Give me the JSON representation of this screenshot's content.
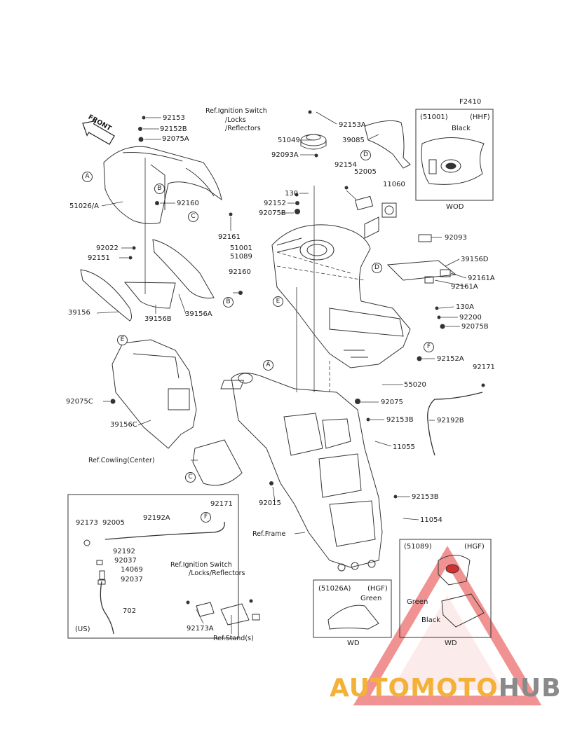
{
  "figure_code": "F2410",
  "front_label": "FRONT",
  "watermark": {
    "part1": "AUTOMOTO",
    "part2": "HUB",
    "accent": "#f4b13a",
    "grey": "#8a8a8a",
    "triangle": "#e63a3a"
  },
  "part_labels": {
    "p92153": "92153",
    "p92152B": "92152B",
    "p92075A": "92075A",
    "p51026A": "51026/A",
    "p92160a": "92160",
    "p92022": "92022",
    "p92151": "92151",
    "p92161": "92161",
    "p92160b": "92160",
    "p39156": "39156",
    "p39156B": "39156B",
    "p39156A": "39156A",
    "p92075C": "92075C",
    "p39156C": "39156C",
    "p92153A": "92153A",
    "p51049": "51049",
    "p92093A": "92093A",
    "p39085": "39085",
    "p92154": "92154",
    "p52005": "52005",
    "p11060": "11060",
    "p130": "130",
    "p92152": "92152",
    "p92075B": "92075B",
    "p51001": "51001",
    "p51089": "51089",
    "p92093": "92093",
    "p39156D": "39156D",
    "p92161A_1": "92161A",
    "p92161A_2": "92161A",
    "p130A": "130A",
    "p92200": "92200",
    "p92075B_2": "92075B",
    "p92152A": "92152A",
    "p92171": "92171",
    "p55020": "55020",
    "p92075": "92075",
    "p92153B": "92153B",
    "p92192B": "92192B",
    "p11055": "11055",
    "p92015": "92015",
    "p92153B_2": "92153B",
    "p11054": "11054",
    "p92173": "92173",
    "p92005": "92005",
    "p92192A": "92192A",
    "p92171_us": "92171",
    "p92192": "92192",
    "p92037a": "92037",
    "p14069": "14069",
    "p92037b": "92037",
    "p702": "702",
    "p92173A": "92173A"
  },
  "references": {
    "ignition_top": [
      "Ref.Ignition Switch",
      "/Locks",
      "/Reflectors"
    ],
    "ignition_bottom": [
      "Ref.Ignition Switch",
      "/Locks/Reflectors"
    ],
    "cowling_center": "Ref.Cowling(Center)",
    "frame": "Ref.Frame",
    "stand": "Ref.Stand(s)"
  },
  "callout_letters": {
    "a1": "A",
    "b1": "B",
    "c1": "C",
    "b2": "B",
    "e1": "E",
    "e2": "E",
    "d1": "D",
    "d2": "D",
    "f1": "F",
    "a2": "A",
    "c2": "C",
    "f2": "F"
  },
  "insets": {
    "hhf": {
      "code": "(51001)",
      "variant": "(HHF)",
      "color": "Black",
      "footer": "WOD"
    },
    "us": {
      "region": "(US)"
    },
    "hgf_cowl": {
      "code": "(51026A)",
      "variant": "(HGF)",
      "color": "Green",
      "footer": "WD"
    },
    "hgf_tank": {
      "code": "(51089)",
      "variant": "(HGF)",
      "color1": "Green",
      "color2": "Black",
      "footer": "WD"
    }
  }
}
